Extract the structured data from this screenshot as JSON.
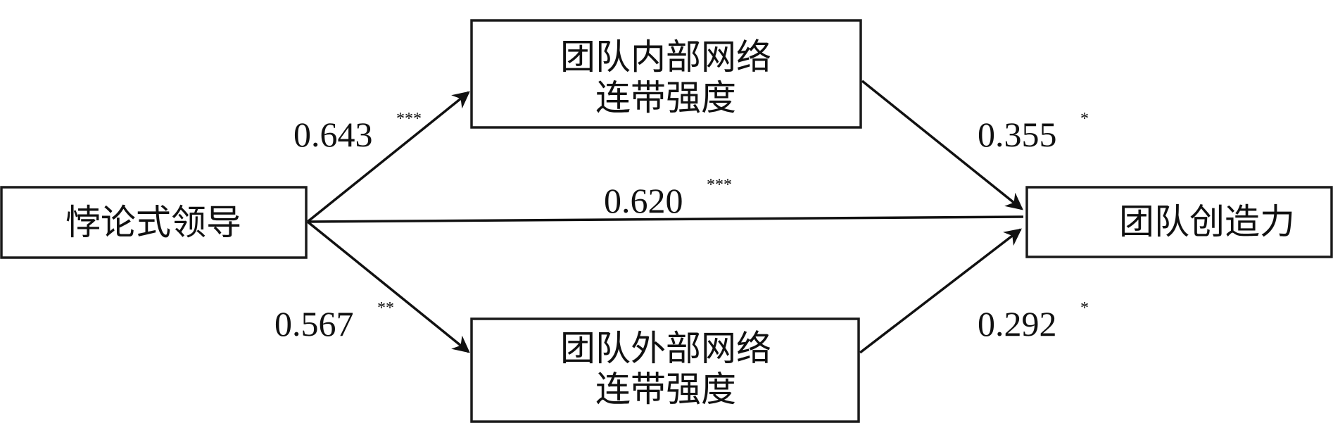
{
  "nodes": {
    "paradoxical_leadership": {
      "label": "悖论式领导"
    },
    "internal_tie": {
      "line1": "团队内部网络",
      "line2": "连带强度"
    },
    "external_tie": {
      "line1": "团队外部网络",
      "line2": "连带强度"
    },
    "team_creativity": {
      "label": "团队创造力"
    }
  },
  "paths": {
    "lead_to_internal": {
      "coef": "0.643",
      "sig": "***"
    },
    "lead_to_external": {
      "coef": "0.567",
      "sig": "**"
    },
    "lead_to_creativity": {
      "coef": "0.620",
      "sig": "***"
    },
    "internal_to_creativity": {
      "coef": "0.355",
      "sig": "*"
    },
    "external_to_creativity": {
      "coef": "0.292",
      "sig": "*"
    }
  }
}
